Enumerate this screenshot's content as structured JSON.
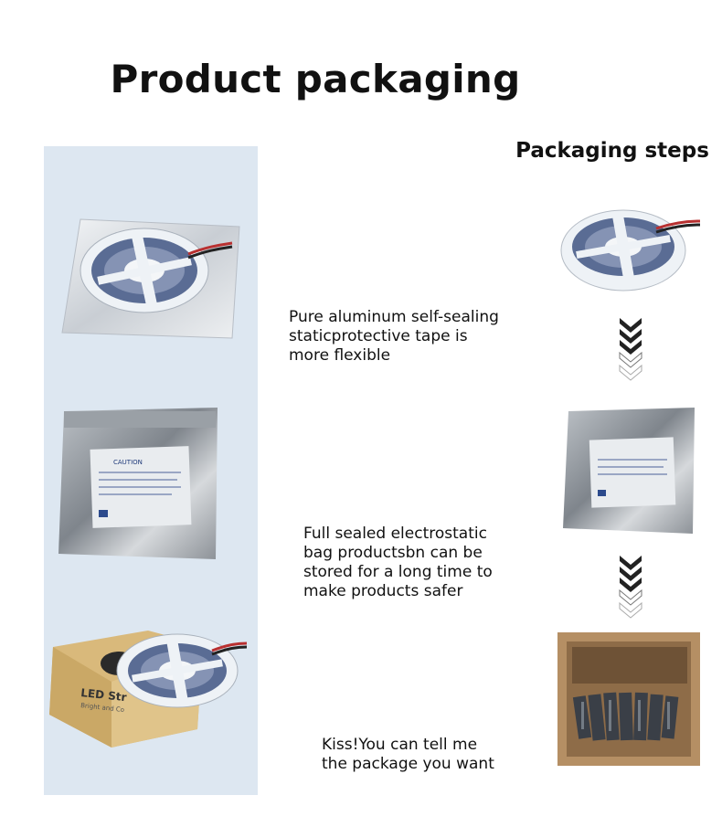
{
  "title": "Product packaging",
  "steps_title": "Packaging steps",
  "descriptions": [
    {
      "lines": [
        "Pure aluminum self-sealing",
        "staticprotective tape is",
        "more flexible"
      ]
    },
    {
      "lines": [
        "Full sealed electrostatic",
        "bag productsbn can be",
        "stored for a long time to",
        "make products safer"
      ]
    },
    {
      "lines": [
        "Kiss!You can tell me",
        "the package you want"
      ]
    }
  ],
  "box_label": {
    "line1": "LED Str",
    "line2": "Bright and Co"
  },
  "bag_label": {
    "caution": "CAUTION"
  },
  "colors": {
    "panel": "#dde7f1",
    "arrow": "#222222"
  }
}
